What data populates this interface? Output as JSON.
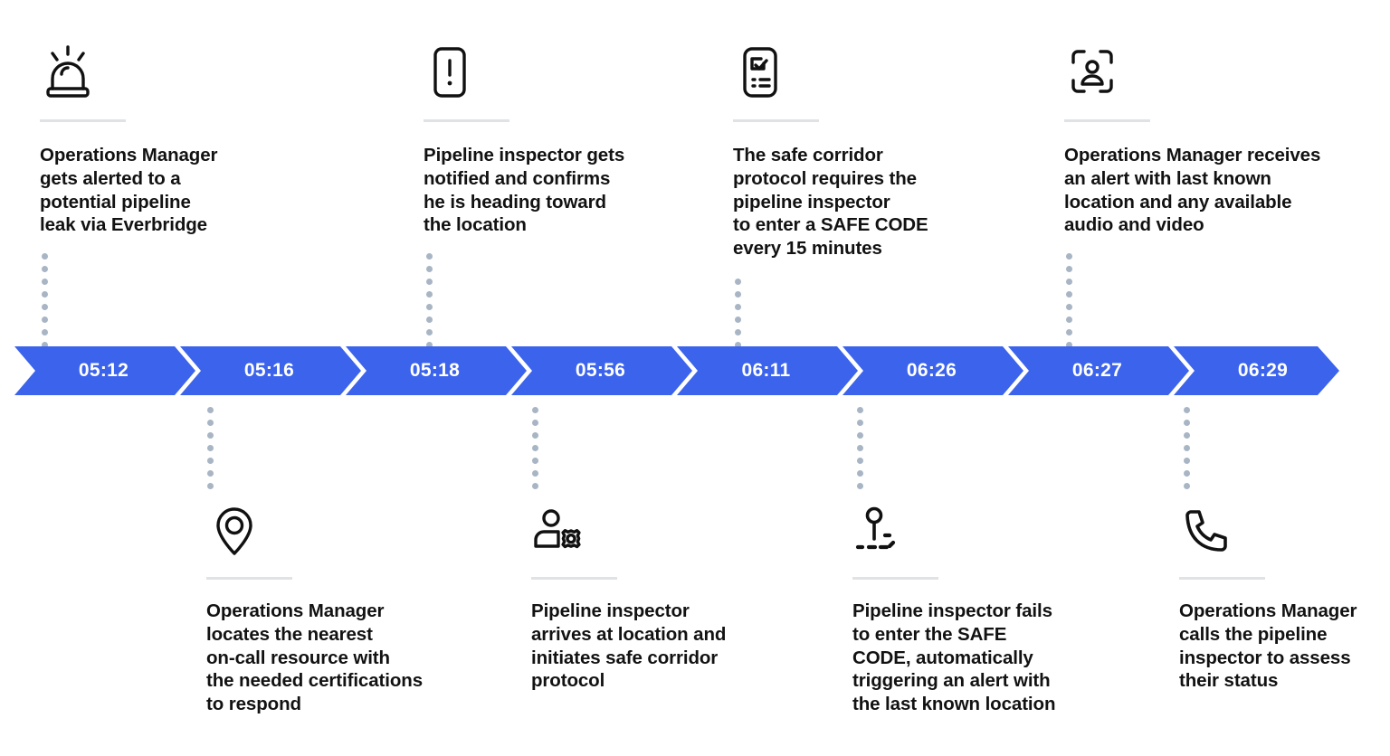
{
  "theme": {
    "accent_blue": "#3b63ec",
    "bar_text_color": "#ffffff",
    "dot_color": "#a8b5c4",
    "rule_color": "#dfe3e6",
    "text_color": "#121212",
    "background": "#ffffff"
  },
  "timeline": {
    "name": "incident-response-timeline",
    "segments": [
      {
        "time": "05:12"
      },
      {
        "time": "05:16"
      },
      {
        "time": "05:18"
      },
      {
        "time": "05:56"
      },
      {
        "time": "06:11"
      },
      {
        "time": "06:26"
      },
      {
        "time": "06:27"
      },
      {
        "time": "06:29"
      }
    ]
  },
  "events": [
    {
      "index": 0,
      "time": "05:12",
      "position": "above",
      "icon": "siren-alarm-icon",
      "text": "Operations Manager\ngets alerted to a\npotential pipeline\nleak via Everbridge"
    },
    {
      "index": 1,
      "time": "05:16",
      "position": "below",
      "icon": "map-pin-icon",
      "text": "Operations Manager\nlocates the nearest\non-call resource with\nthe needed certifications\nto respond"
    },
    {
      "index": 2,
      "time": "05:18",
      "position": "above",
      "icon": "phone-alert-icon",
      "text": "Pipeline inspector gets\nnotified and confirms\nhe is heading toward\nthe location"
    },
    {
      "index": 3,
      "time": "05:56",
      "position": "below",
      "icon": "person-gear-icon",
      "text": "Pipeline inspector\narrives at location and\ninitiates safe corridor\nprotocol"
    },
    {
      "index": 4,
      "time": "06:11",
      "position": "above",
      "icon": "mobile-checklist-icon",
      "text": "The safe corridor\nprotocol requires the\npipeline inspector\nto enter a SAFE CODE\nevery 15 minutes"
    },
    {
      "index": 5,
      "time": "06:26",
      "position": "below",
      "icon": "location-lost-icon",
      "text": "Pipeline inspector fails\nto enter the SAFE\nCODE, automatically\ntriggering an alert with\nthe last known location"
    },
    {
      "index": 6,
      "time": "06:27",
      "position": "above",
      "icon": "person-scan-icon",
      "text": "Operations Manager receives\nan alert with last known\nlocation and any available\naudio and video"
    },
    {
      "index": 7,
      "time": "06:29",
      "position": "below",
      "icon": "phone-call-icon",
      "text": "Operations Manager\ncalls the pipeline\ninspector to assess\ntheir status"
    }
  ]
}
